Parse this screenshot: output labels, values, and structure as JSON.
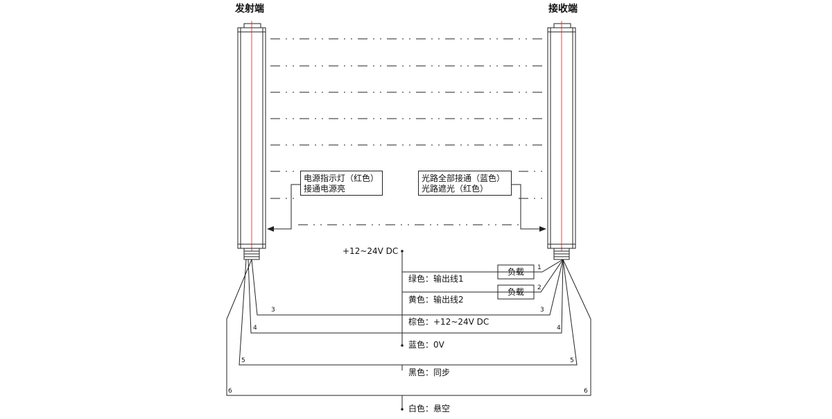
{
  "titles": {
    "emitter": "发射端",
    "receiver": "接收端"
  },
  "emitter_note": {
    "line1": "电源指示灯（红色）",
    "line2": "接通电源亮"
  },
  "receiver_note": {
    "line1": "光路全部接通（蓝色）",
    "line2": "光路遮光（红色）"
  },
  "supply_label": "+12~24V DC",
  "load_label": "负载",
  "wires": [
    {
      "num": "1",
      "text": "绿色：输出线1"
    },
    {
      "num": "2",
      "text": "黄色：输出线2"
    },
    {
      "num": "3",
      "text": "棕色：+12~24V DC"
    },
    {
      "num": "4",
      "text": "蓝色：0V"
    },
    {
      "num": "5",
      "text": "黑色：同步"
    },
    {
      "num": "6",
      "text": "白色：悬空"
    }
  ],
  "colors": {
    "line": "#222222",
    "axis_red": "#cc2222"
  }
}
